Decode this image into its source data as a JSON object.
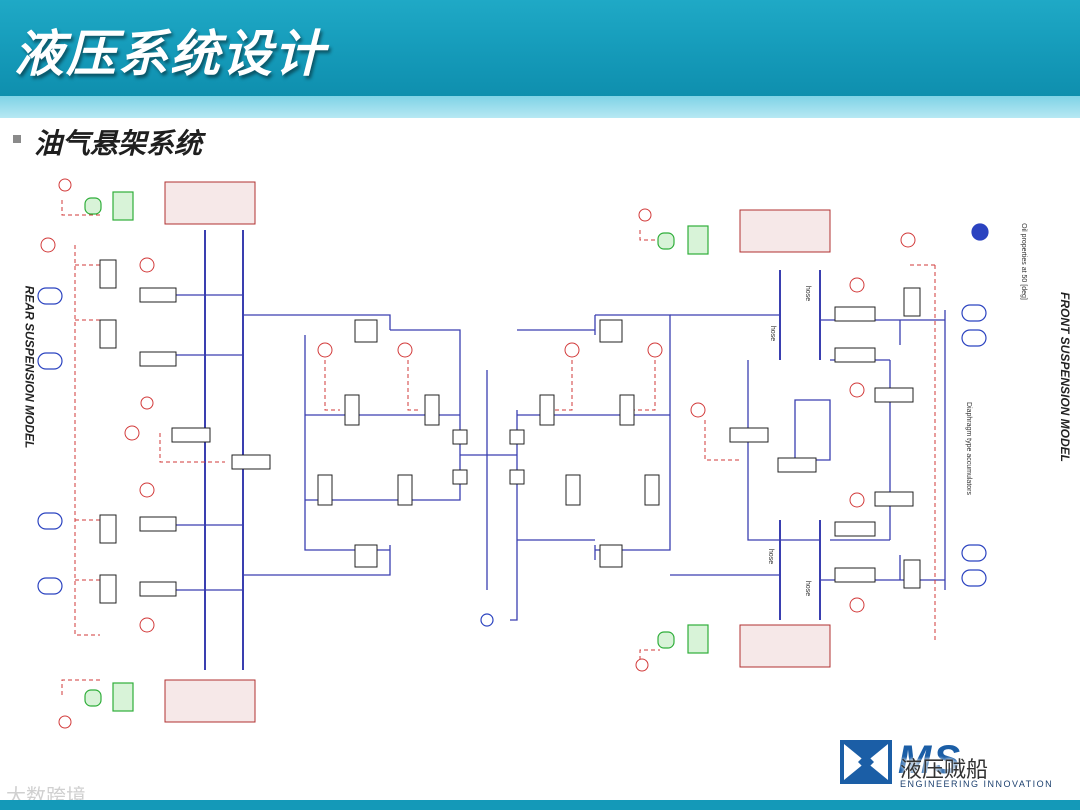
{
  "slide": {
    "title": "液压系统设计",
    "subtitle": "油气悬架系统"
  },
  "diagram": {
    "rear_label": "REAR SUSPENSION MODEL",
    "front_label": "FRONT SUSPENSION MODEL",
    "oil_properties": "Oil properties at 50 [deg]",
    "accumulator_note": "Diaphragm type accumulators",
    "hose_label": "hose",
    "colors": {
      "hydraulic_line": "#3a3fb0",
      "signal_line": "#d23a3a",
      "mechanical": "#2fae3a",
      "component": "#222222"
    }
  },
  "brand": {
    "logo_text": "MS",
    "tagline": "ENGINEERING INNOVATION",
    "wechat_label": "液压贼船",
    "watermark": "大数跨境"
  },
  "theme": {
    "title_bar": "#1499b8",
    "title_bar_light": "#b7e8f3"
  }
}
